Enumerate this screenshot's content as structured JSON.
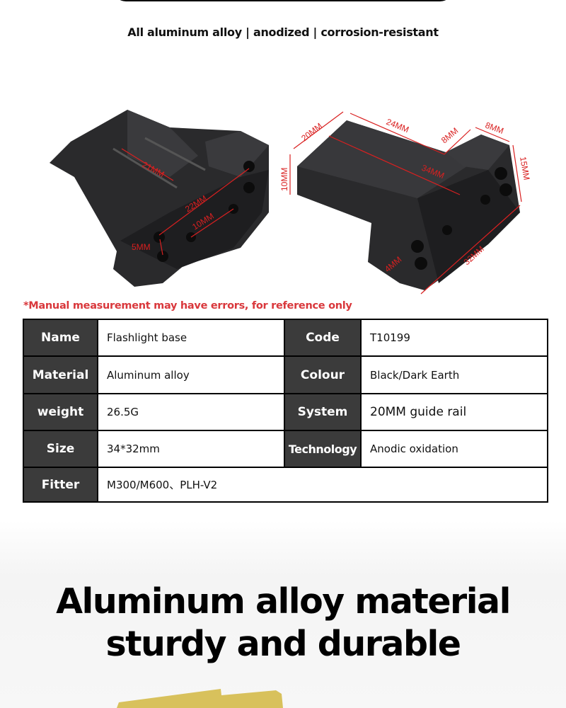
{
  "tagline": "All aluminum alloy | anodized | corrosion-resistant",
  "product_left": {
    "dims": [
      "21MM",
      "22MM",
      "10MM",
      "5MM"
    ]
  },
  "product_right": {
    "dims": [
      "20MM",
      "24MM",
      "8MM",
      "8MM",
      "10MM",
      "34MM",
      "15MM",
      "32MM",
      "4MM"
    ]
  },
  "note": "*Manual measurement may have errors, for reference only",
  "spec_table": {
    "rows": [
      {
        "l1": "Name",
        "v1": "Flashlight base",
        "l2": "Code",
        "v2": "T10199"
      },
      {
        "l1": "Material",
        "v1": "Aluminum alloy",
        "l2": "Colour",
        "v2": "Black/Dark Earth"
      },
      {
        "l1": "weight",
        "v1": "26.5G",
        "l2": "System",
        "v2": "20MM guide rail"
      },
      {
        "l1": "Size",
        "v1": "34*32mm",
        "l2": "Technology",
        "v2": "Anodic oxidation"
      }
    ],
    "fitter": {
      "label": "Fitter",
      "value": "M300/M600、PLH-V2"
    }
  },
  "headline": {
    "line1": "Aluminum alloy material",
    "line2": "sturdy and durable"
  },
  "colors": {
    "accent_red": "#d9383c",
    "label_bg": "#3b3b3b",
    "product_gold": "#d8c15c"
  }
}
